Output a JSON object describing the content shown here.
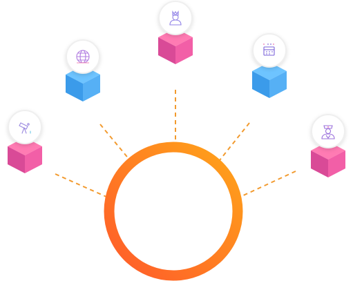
{
  "colors": {
    "connector": "#F29A2E",
    "ring_start": "#FF5A2A",
    "ring_end": "#FFA51A",
    "cube_pink_top": "#FF7BB3",
    "cube_pink_left": "#D94A97",
    "cube_pink_right": "#F25FA7",
    "cube_blue_top": "#6EC4FF",
    "cube_blue_left": "#3B9BEA",
    "cube_blue_right": "#56B0F5",
    "icon_line": "#8B7BE8"
  },
  "nodes": [
    {
      "name": "node-telescope",
      "icon": "telescope-icon",
      "cube_color": "pink"
    },
    {
      "name": "node-globe",
      "icon": "globe-icon",
      "cube_color": "blue"
    },
    {
      "name": "node-person",
      "icon": "person-icon",
      "cube_color": "pink"
    },
    {
      "name": "node-calendar",
      "icon": "calendar-icon",
      "cube_color": "blue"
    },
    {
      "name": "node-doctor",
      "icon": "doctor-icon",
      "cube_color": "pink"
    }
  ]
}
